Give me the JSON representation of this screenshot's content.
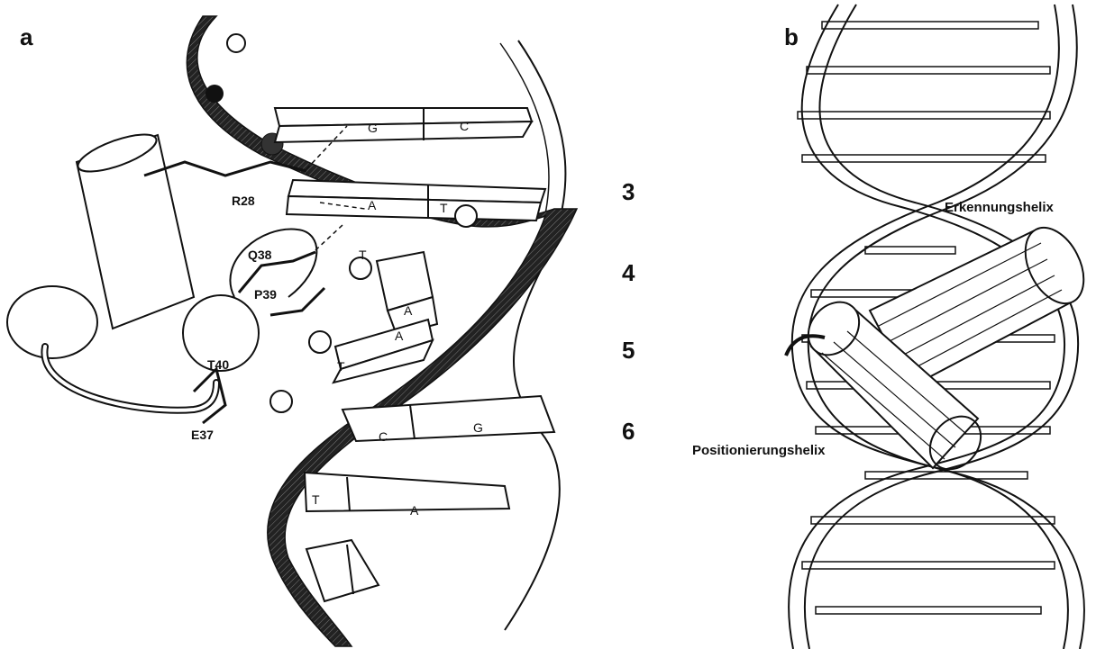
{
  "panels": {
    "a": "a",
    "b": "b"
  },
  "panel_a": {
    "numbers": [
      "3",
      "4",
      "5",
      "6"
    ],
    "residues": [
      "R28",
      "Q38",
      "P39",
      "T40",
      "E37"
    ],
    "bases": [
      "G",
      "C",
      "A",
      "T",
      "T",
      "A",
      "A",
      "T",
      "C",
      "G",
      "T",
      "A"
    ]
  },
  "panel_b": {
    "recognition_helix": "Erkennungshelix",
    "positioning_helix": "Positionierungshelix"
  }
}
